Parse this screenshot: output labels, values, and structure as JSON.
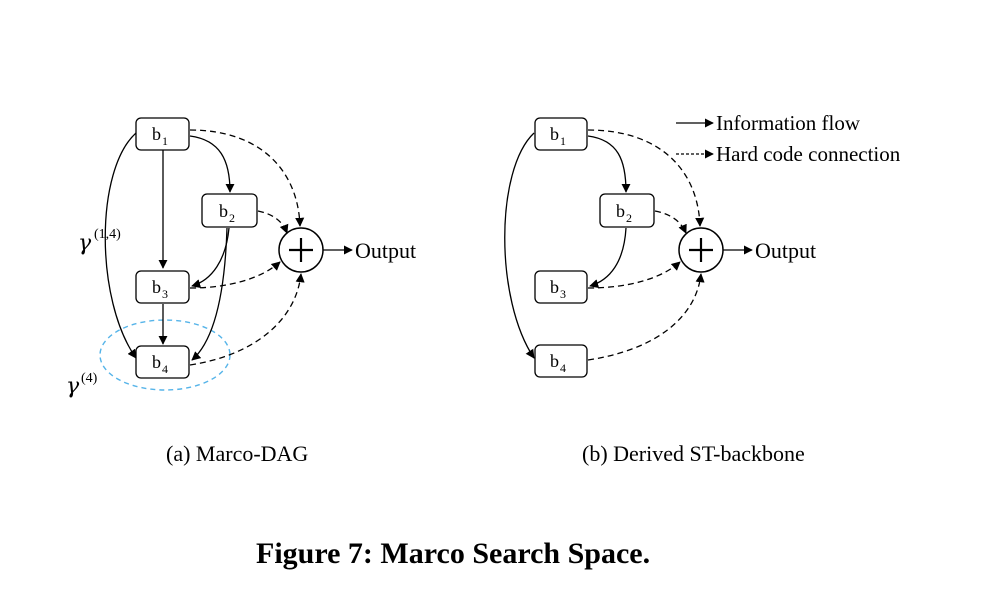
{
  "nodes": {
    "b_label": "b",
    "sub1": "1",
    "sub2": "2",
    "sub3": "3",
    "sub4": "4"
  },
  "left": {
    "output_label": "Output",
    "gamma_symbol": "γ",
    "gamma_14_sup": "(1,4)",
    "gamma_4_sup": "(4)",
    "caption": "(a)  Marco-DAG"
  },
  "right": {
    "output_label": "Output",
    "caption": "(b)  Derived ST-backbone"
  },
  "legend": {
    "information_flow": "Information flow",
    "hard_code_connection": "Hard code connection"
  },
  "figure_title": "Figure 7: Marco Search Space.",
  "colors": {
    "ellipse": "#56B4E9"
  }
}
